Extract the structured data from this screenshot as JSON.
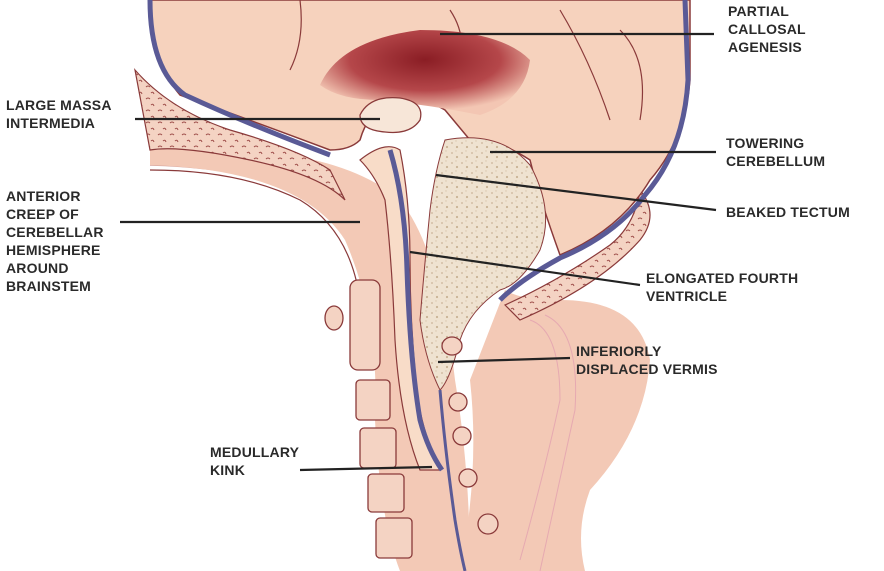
{
  "colors": {
    "skin": "#f3c9b6",
    "brain": "#f6d2bd",
    "bone": "#f4d3c3",
    "dura": "#5a5a96",
    "clot": "#8a1d24",
    "cerebellum": "#efe2d0",
    "outline": "#8a3a3a",
    "leader": "#222222",
    "text": "#2a2a2a"
  },
  "labels": {
    "partial_callosal_agenesis": [
      "PARTIAL",
      "CALLOSAL",
      "AGENESIS"
    ],
    "large_massa_intermedia": [
      "LARGE MASSA",
      "INTERMEDIA"
    ],
    "towering_cerebellum": [
      "TOWERING",
      "CEREBELLUM"
    ],
    "beaked_tectum": [
      "BEAKED TECTUM"
    ],
    "anterior_creep": [
      "ANTERIOR",
      "CREEP OF",
      "CEREBELLAR",
      "HEMISPHERE",
      "AROUND",
      "BRAINSTEM"
    ],
    "elongated_fourth_ventricle": [
      "ELONGATED FOURTH",
      "VENTRICLE"
    ],
    "inferiorly_displaced_vermis": [
      "INFERIORLY",
      "DISPLACED VERMIS"
    ],
    "medullary_kink": [
      "MEDULLARY",
      "KINK"
    ]
  }
}
